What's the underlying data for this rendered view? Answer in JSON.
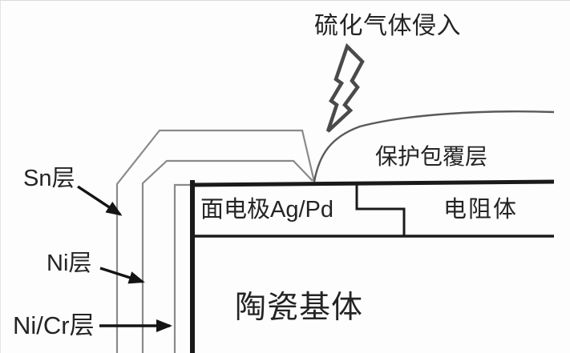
{
  "diagram": {
    "title": "硫化气体侵入",
    "labels": {
      "protective_layer": "保护包覆层",
      "face_electrode": "面电极Ag/Pd",
      "resistor_body": "电阻体",
      "ceramic_substrate": "陶瓷基体",
      "sn_layer": "Sn层",
      "ni_layer": "Ni层",
      "nicr_layer": "Ni/Cr层"
    },
    "icons": {
      "lightning_bolt": "lightning-bolt-icon"
    },
    "colors": {
      "background": "#fdfdfd",
      "layer_line_gray": "#8a8a8a",
      "structure_black": "#1a1a1a",
      "protective_curve": "#5a5a5a",
      "bolt_outline": "#4a4a4a",
      "text": "#242424"
    }
  }
}
